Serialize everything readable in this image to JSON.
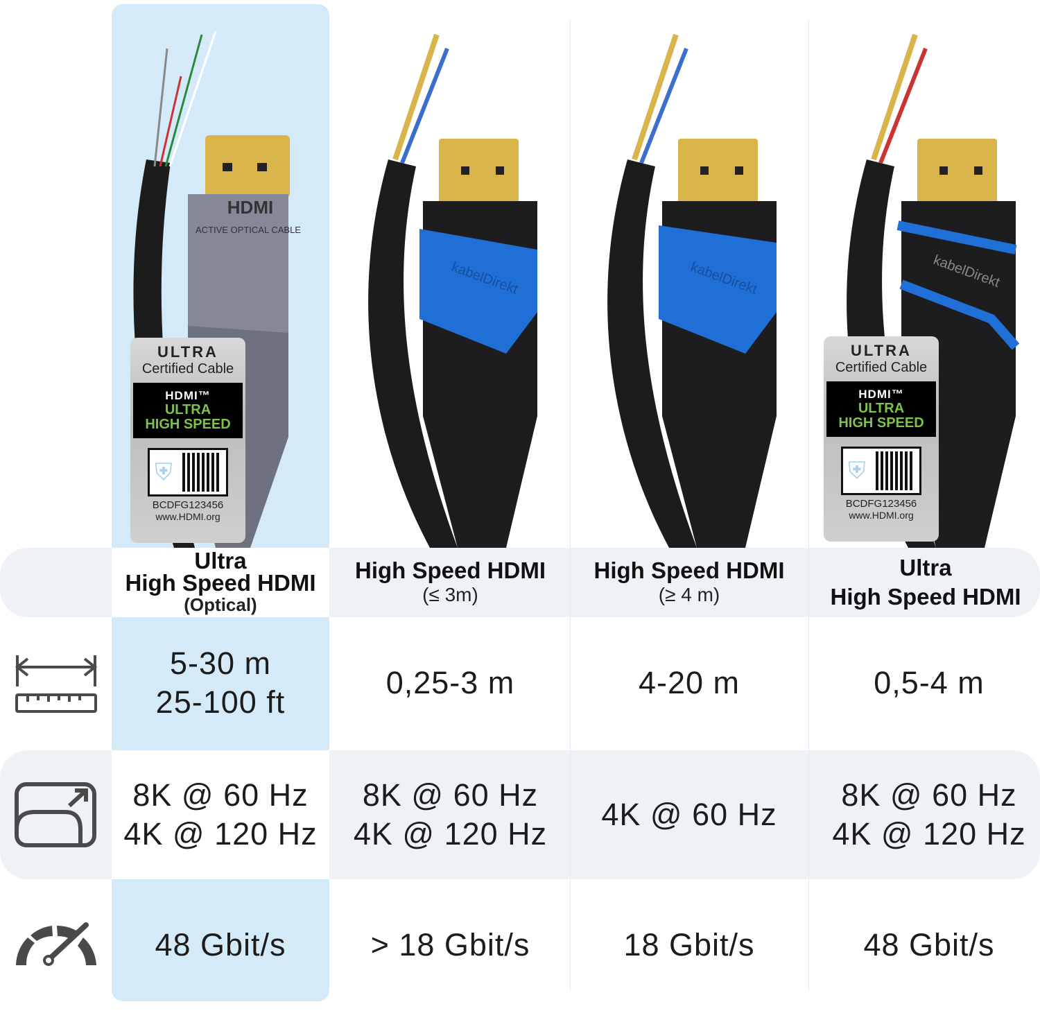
{
  "colors": {
    "highlight": "#d5eaf8",
    "band": "#eef2f7",
    "connector_blue": "#1f6fd6",
    "gold": "#d9b44a",
    "cable": "#1b1b1b",
    "icon": "#4a4a4a"
  },
  "images": [
    {
      "kind": "optical",
      "brand_text": "HDMI",
      "label_text": "ACTIVE OPTICAL CABLE",
      "badge": true
    },
    {
      "kind": "blue",
      "brand_text": "kabelDirekt",
      "badge": false
    },
    {
      "kind": "blue",
      "brand_text": "kabelDirekt",
      "badge": false
    },
    {
      "kind": "blue-stripes",
      "brand_text": "kabelDirekt",
      "badge": true
    }
  ],
  "badge": {
    "ultra": "ULTRA",
    "certified": "Certified Cable",
    "hdmi": "HDMI™",
    "ultra2": "ULTRA",
    "high_speed": "HIGH SPEED",
    "code": "BCDFG123456",
    "url": "www.HDMI.org"
  },
  "columns": [
    {
      "title_lines": [
        "Ultra",
        "High Speed HDMI"
      ],
      "subtitle": "(Optical)",
      "length": [
        "5-30 m",
        "25-100 ft"
      ],
      "resolution": [
        "8K @ 60 Hz",
        "4K @ 120 Hz"
      ],
      "bandwidth": "48 Gbit/s",
      "highlighted": true
    },
    {
      "title_lines": [
        "High Speed HDMI"
      ],
      "subtitle": "(≤ 3m)",
      "length": [
        "0,25-3 m"
      ],
      "resolution": [
        "8K @ 60 Hz",
        "4K @ 120 Hz"
      ],
      "bandwidth": "> 18 Gbit/s"
    },
    {
      "title_lines": [
        "High Speed HDMI"
      ],
      "subtitle": "(≥ 4 m)",
      "length": [
        "4-20 m"
      ],
      "resolution": [
        "4K @ 60 Hz"
      ],
      "bandwidth": "18 Gbit/s"
    },
    {
      "title_lines": [
        "Ultra",
        "High Speed HDMI"
      ],
      "subtitle": "",
      "length": [
        "0,5-4 m"
      ],
      "resolution": [
        "8K @ 60 Hz",
        "4K @ 120 Hz"
      ],
      "bandwidth": "48 Gbit/s"
    }
  ],
  "row_icons": [
    "ruler-length-icon",
    "resolution-resize-icon",
    "speedometer-icon"
  ]
}
